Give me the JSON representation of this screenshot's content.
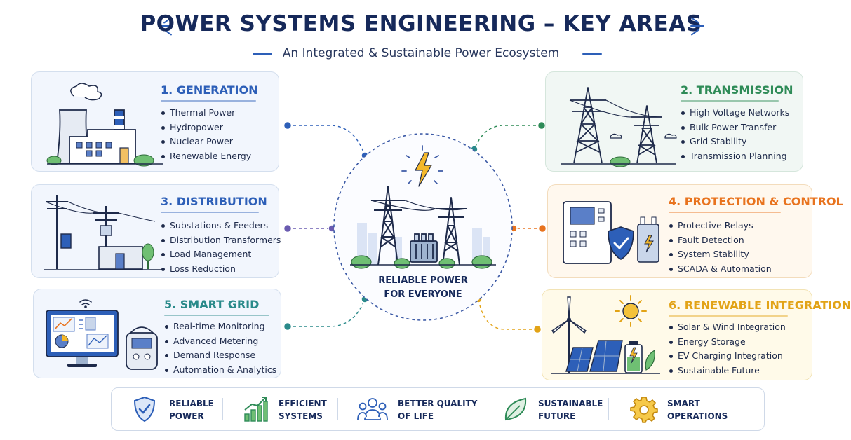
{
  "header": {
    "title": "POWER SYSTEMS ENGINEERING – KEY AREAS",
    "subtitle": "An Integrated & Sustainable Power Ecosystem"
  },
  "colors": {
    "navy": "#16295a",
    "blue": "#2d5fb8",
    "green": "#2e8b57",
    "orange": "#e8731e",
    "yellow": "#e2a316",
    "purple": "#6a5bb0",
    "teal": "#2a8a8a"
  },
  "cards": [
    {
      "title": "1. GENERATION",
      "color": "#2d5fb8",
      "icon": "power-plant-icon",
      "items": [
        "Thermal Power",
        "Hydropower",
        "Nuclear Power",
        "Renewable Energy"
      ]
    },
    {
      "title": "2. TRANSMISSION",
      "color": "#2e8b57",
      "icon": "transmission-towers-icon",
      "items": [
        "High Voltage Networks",
        "Bulk Power Transfer",
        "Grid Stability",
        "Transmission Planning"
      ]
    },
    {
      "title": "3. DISTRIBUTION",
      "color": "#2d5fb8",
      "icon": "distribution-poles-icon",
      "items": [
        "Substations & Feeders",
        "Distribution Transformers",
        "Load Management",
        "Loss Reduction"
      ]
    },
    {
      "title": "4. PROTECTION & CONTROL",
      "color": "#e8731e",
      "icon": "control-panel-shield-icon",
      "items": [
        "Protective Relays",
        "Fault Detection",
        "System Stability",
        "SCADA & Automation"
      ]
    },
    {
      "title": "5. SMART GRID",
      "color": "#2a8a8a",
      "icon": "smart-grid-monitor-icon",
      "items": [
        "Real-time Monitoring",
        "Advanced Metering",
        "Demand Response",
        "Automation & Analytics"
      ]
    },
    {
      "title": "6. RENEWABLE INTEGRATION",
      "color": "#e2a316",
      "icon": "wind-solar-icon",
      "items": [
        "Solar & Wind Integration",
        "Energy Storage",
        "EV Charging Integration",
        "Sustainable Future"
      ]
    }
  ],
  "hub": {
    "line1": "RELIABLE POWER",
    "line2": "FOR EVERYONE",
    "icon": "lightning-bolt-icon"
  },
  "benefits": [
    {
      "label": "RELIABLE\nPOWER",
      "icon": "shield-check-icon"
    },
    {
      "label": "EFFICIENT\nSYSTEMS",
      "icon": "bar-chart-growth-icon"
    },
    {
      "label": "BETTER QUALITY\nOF LIFE",
      "icon": "people-group-icon"
    },
    {
      "label": "SUSTAINABLE\nFUTURE",
      "icon": "leaf-icon"
    },
    {
      "label": "SMART\nOPERATIONS",
      "icon": "gear-icon"
    }
  ]
}
